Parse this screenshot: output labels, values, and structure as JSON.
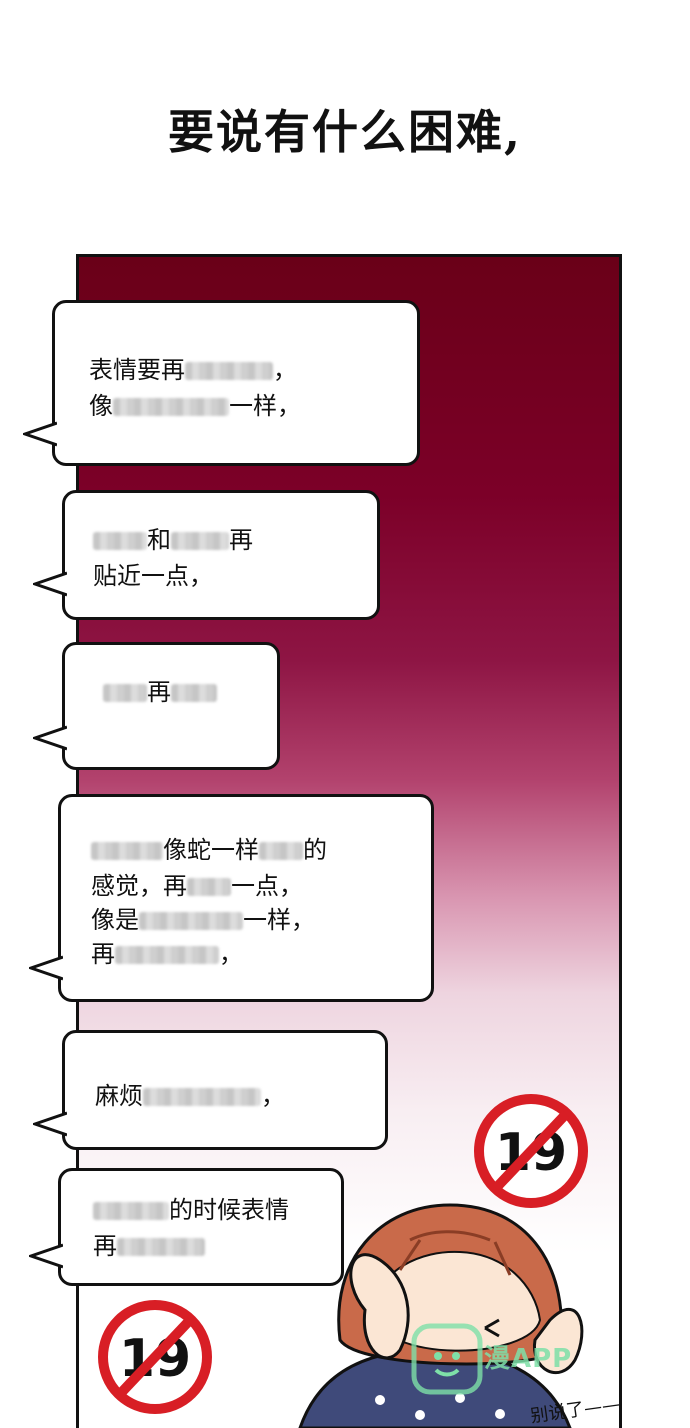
{
  "caption": "要说有什么困难,",
  "bubbles": [
    {
      "lines": [
        [
          "表情要再",
          "|",
          "，"
        ],
        [
          "像",
          "|",
          "一样，"
        ]
      ]
    },
    {
      "lines": [
        [
          "|",
          "和",
          "|",
          "再"
        ],
        [
          "贴近一点，"
        ]
      ]
    },
    {
      "lines": [
        [
          "|",
          "再",
          "|"
        ]
      ]
    },
    {
      "lines": [
        [
          "|",
          "像蛇一样",
          "|",
          "的"
        ],
        [
          "感觉，再",
          "|",
          "一点，"
        ],
        [
          "像是",
          "|",
          "一样，"
        ],
        [
          "再",
          "|",
          "，"
        ]
      ]
    },
    {
      "lines": [
        [
          "麻烦",
          "|",
          "，"
        ]
      ]
    },
    {
      "lines": [
        [
          "|",
          "的时候表情"
        ],
        [
          "再",
          "|"
        ]
      ]
    }
  ],
  "badge_text": "19",
  "watermark_text": "漫APP",
  "sfx_text": "别说了——",
  "colors": {
    "panel_top": "#6a0018",
    "badge_red": "#d81e25"
  }
}
